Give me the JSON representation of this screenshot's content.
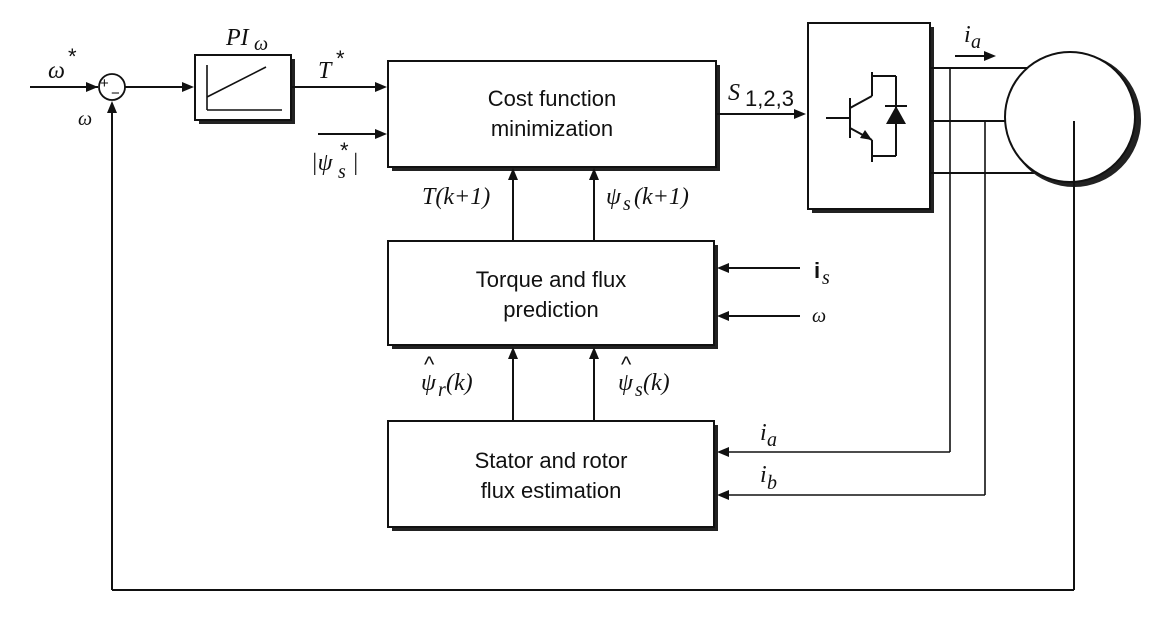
{
  "blocks": {
    "pi_label": "PI",
    "pi_subscript": "ω",
    "cost_line1": "Cost function",
    "cost_line2": "minimization",
    "pred_line1": "Torque and flux",
    "pred_line2": "prediction",
    "est_line1": "Stator and rotor",
    "est_line2": "flux estimation"
  },
  "signals": {
    "omega_ref": "ω",
    "omega_ref_star": "*",
    "omega_fb": "ω",
    "sum_plus": "+",
    "sum_minus": "−",
    "torque_ref": "T",
    "torque_ref_star": "*",
    "flux_ref": "|ψ",
    "flux_ref_sub": "s",
    "flux_ref_star": "*",
    "flux_ref_close": "|",
    "switch_S": "S",
    "switch_sub": "1,2,3",
    "torque_pred": "T(k+1)",
    "flux_pred_psi": "ψ",
    "flux_pred_sub": "s",
    "flux_pred_arg": "(k+1)",
    "is_main": "i",
    "is_sub": "s",
    "omega_pred": "ω",
    "psi_r_hat": "ψ",
    "psi_r_sub": "r",
    "psi_r_arg": "(k)",
    "psi_s_hat": "ψ",
    "psi_s_sub": "s",
    "psi_s_arg": "(k)",
    "hat_mark": "^",
    "ia_top": "i",
    "ia_top_sub": "a",
    "ia_est": "i",
    "ia_est_sub": "a",
    "ib_est": "i",
    "ib_est_sub": "b"
  }
}
